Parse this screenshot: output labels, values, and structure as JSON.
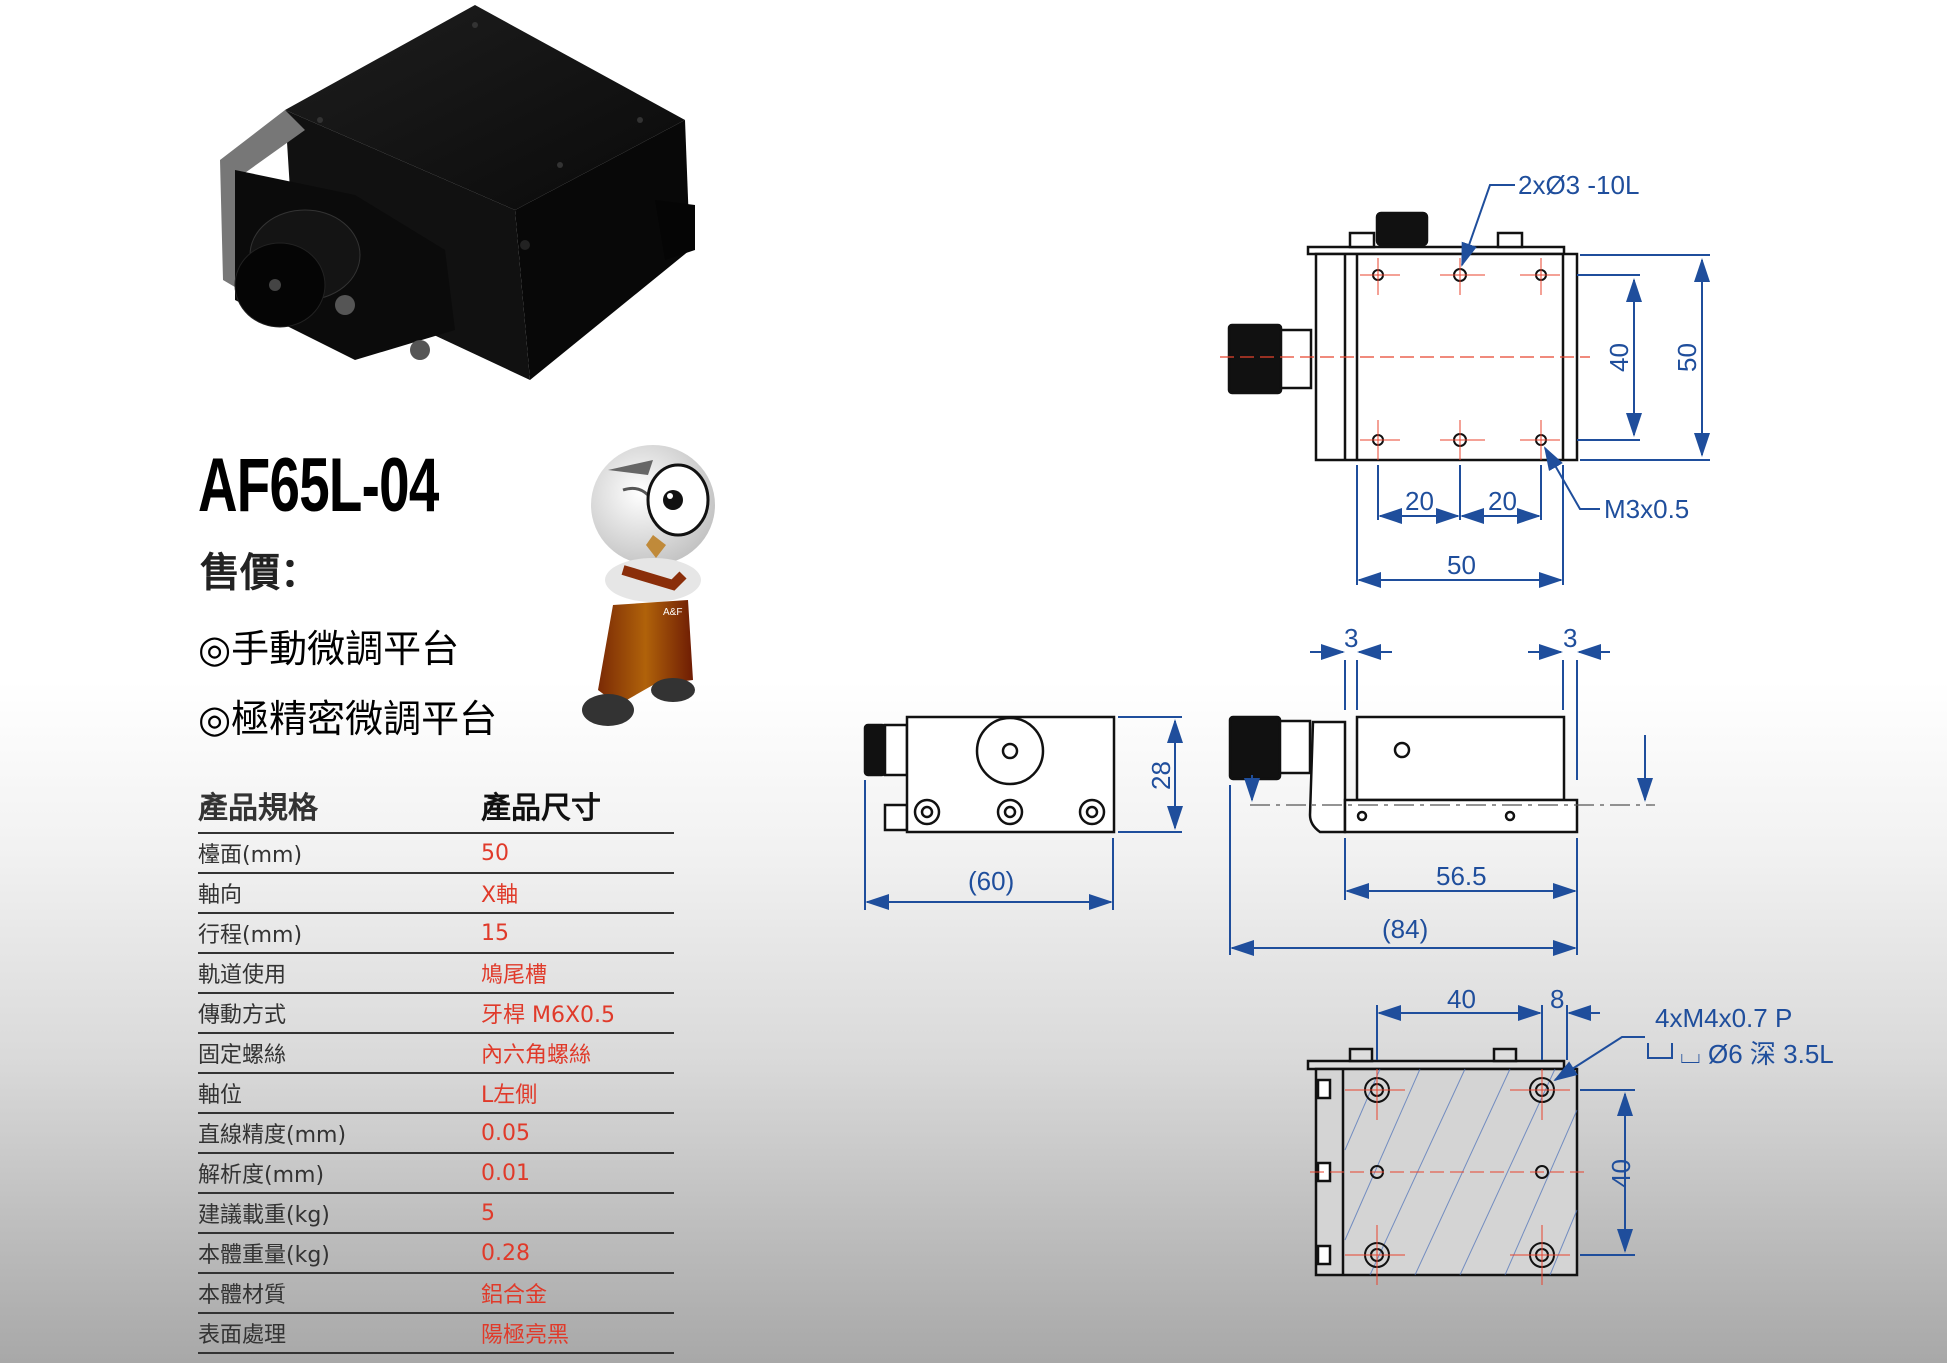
{
  "product": {
    "model": "AF65L-04",
    "price_label": "售價：",
    "features": [
      "◎手動微調平台",
      "◎極精密微調平台"
    ],
    "mascot_badge": "A&F"
  },
  "spec_table": {
    "headers": [
      "產品規格",
      "產品尺寸"
    ],
    "rows": [
      {
        "label": "檯面(mm)",
        "value": "50"
      },
      {
        "label": "軸向",
        "value": "X軸"
      },
      {
        "label": "行程(mm)",
        "value": "15"
      },
      {
        "label": "軌道使用",
        "value": "鳩尾槽"
      },
      {
        "label": "傳動方式",
        "value": "牙桿 M6X0.5"
      },
      {
        "label": "固定螺絲",
        "value": "內六角螺絲"
      },
      {
        "label": "軸位",
        "value": "L左側"
      },
      {
        "label": "直線精度(mm)",
        "value": "0.05"
      },
      {
        "label": "解析度(mm)",
        "value": "0.01"
      },
      {
        "label": "建議載重(kg)",
        "value": "5"
      },
      {
        "label": "本體重量(kg)",
        "value": "0.28"
      },
      {
        "label": "本體材質",
        "value": "鋁合金"
      },
      {
        "label": "表面處理",
        "value": "陽極亮黑"
      }
    ]
  },
  "drawings": {
    "top_view": {
      "callout_holes": "2xØ3 -10L",
      "callout_thread": "M3x0.5",
      "dim_pitch_1": "20",
      "dim_pitch_2": "20",
      "dim_width": "50",
      "dim_hole_span": "40",
      "dim_height": "50"
    },
    "front_view": {
      "dim_height": "28",
      "dim_length": "(60)"
    },
    "side_view": {
      "dim_left_gap": "3",
      "dim_right_gap": "3",
      "dim_body": "56.5",
      "dim_overall": "(84)"
    },
    "bottom_view": {
      "dim_hole_span_x": "40",
      "dim_edge": "8",
      "dim_hole_span_y": "40",
      "callout_line1": "4xM4x0.7 P",
      "callout_line2": "⌴ Ø6 深 3.5L"
    }
  },
  "colors": {
    "dimension_blue": "#1f4e9c",
    "center_line_red": "#e8432e",
    "value_red": "#e03a2a"
  }
}
